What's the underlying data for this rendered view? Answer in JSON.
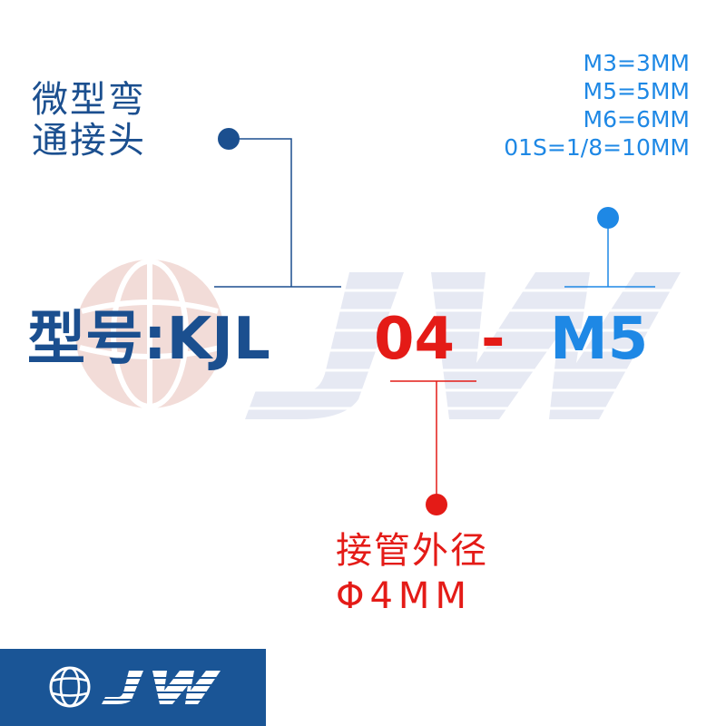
{
  "product_name": [
    "微型弯",
    "通接头"
  ],
  "thread_options": [
    "M3=3MM",
    "M5=5MM",
    "M6=6MM",
    "01S=1/8=10MM"
  ],
  "model": {
    "prefix": "型号:KJL",
    "tube_code": "04",
    "dash": "-",
    "thread_code": "M5"
  },
  "tube_diameter": {
    "title": "接管外径",
    "value": "Φ4MM"
  },
  "colors": {
    "navy": "#1b4f8f",
    "blue": "#1e88e5",
    "red": "#e41b17",
    "footer": "#1a5596"
  },
  "icons": [
    "globe-logo-icon",
    "jw-watermark",
    "jw-logo"
  ]
}
